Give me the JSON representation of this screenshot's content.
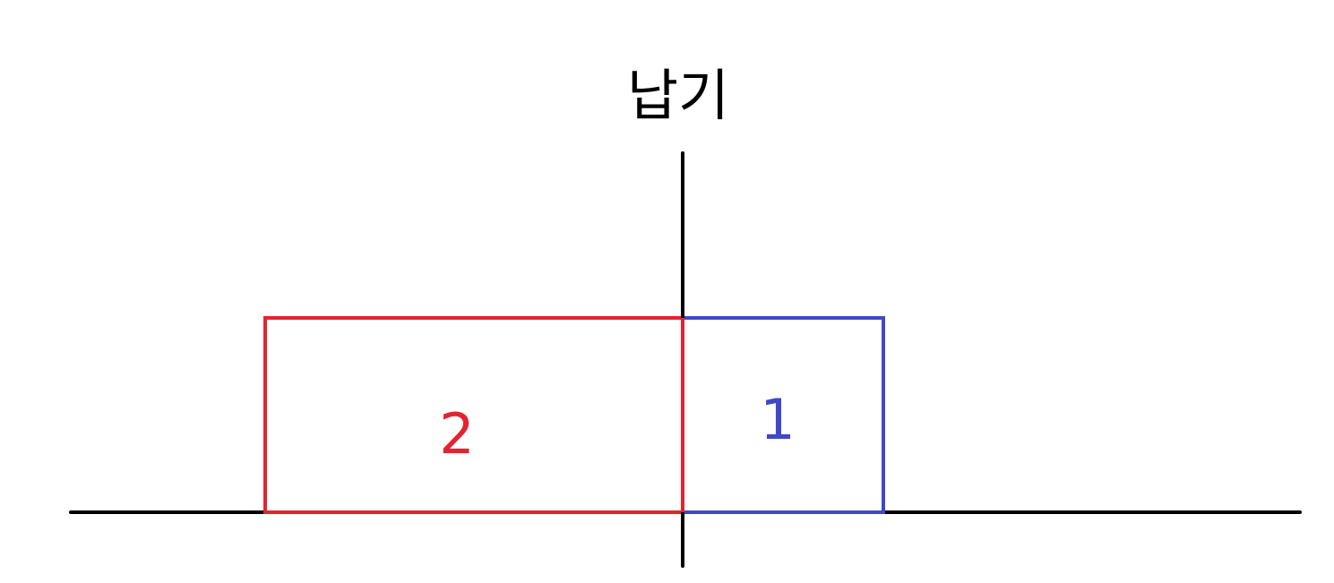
{
  "diagram": {
    "title": "납기",
    "boxes": [
      {
        "label": "2",
        "color": "#e52330"
      },
      {
        "label": "1",
        "color": "#4048c8"
      }
    ],
    "axis_color": "#000000",
    "background": "#ffffff"
  }
}
